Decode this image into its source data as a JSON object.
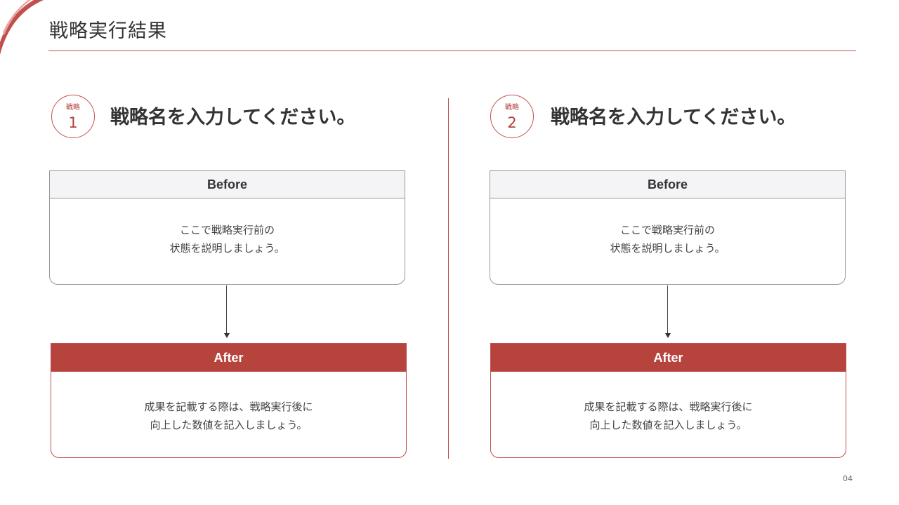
{
  "slide": {
    "title": "戦略実行結果",
    "page_number": "04",
    "accent_color": "#c0504d"
  },
  "strategies": [
    {
      "badge_label": "戦略",
      "badge_number": "1",
      "name": "戦略名を入力してください。",
      "before_label": "Before",
      "before_text": "ここで戦略実行前の\n状態を説明しましょう。",
      "after_label": "After",
      "after_text": "成果を記載する際は、戦略実行後に\n向上した数値を記入しましょう。"
    },
    {
      "badge_label": "戦略",
      "badge_number": "2",
      "name": "戦略名を入力してください。",
      "before_label": "Before",
      "before_text": "ここで戦略実行前の\n状態を説明しましょう。",
      "after_label": "After",
      "after_text": "成果を記載する際は、戦略実行後に\n向上した数値を記入しましょう。"
    }
  ]
}
